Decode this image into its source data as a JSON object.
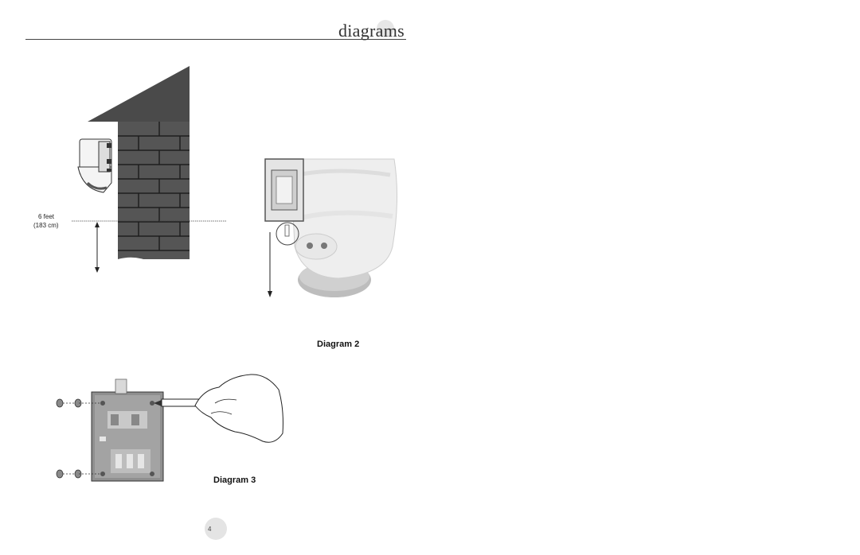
{
  "header": {
    "title": "diagrams"
  },
  "diagram1": {
    "height_label": "6 feet",
    "height_label_metric": "(183 cm)"
  },
  "diagram2": {
    "caption": "Diagram 2"
  },
  "diagram3": {
    "caption": "Diagram 3"
  },
  "footer": {
    "page_number": "4"
  }
}
